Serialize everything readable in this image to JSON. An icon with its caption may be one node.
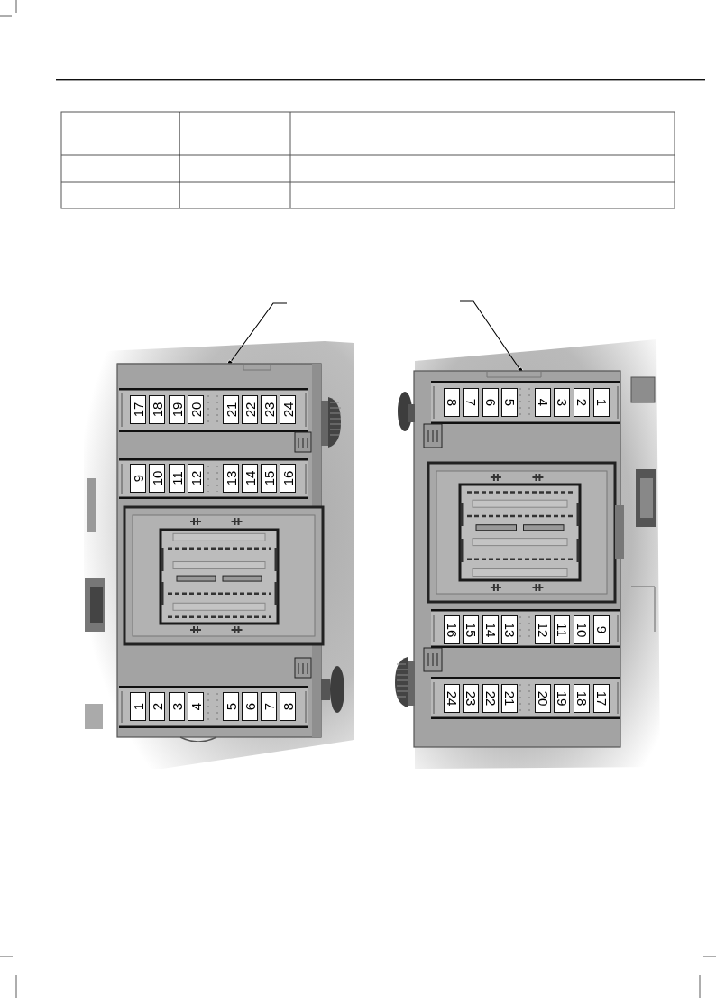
{
  "diagram": {
    "nodes": [
      {
        "text": [],
        "shape": "picture"
      },
      {
        "text": [
          "17"
        ],
        "in": 0
      },
      {
        "text": [
          "18"
        ],
        "in": 0
      },
      {
        "text": [
          "19"
        ],
        "in": 0
      },
      {
        "text": [
          "20"
        ],
        "in": 0
      },
      {
        "text": [
          "21"
        ],
        "in": 0
      },
      {
        "text": [
          "22"
        ],
        "in": 0
      },
      {
        "text": [
          "23"
        ],
        "in": 0
      },
      {
        "text": [
          "24"
        ],
        "in": 0
      },
      {
        "text": [
          "9"
        ],
        "in": 0
      },
      {
        "text": [
          "10"
        ],
        "in": 0
      },
      {
        "text": [
          "11"
        ],
        "in": 0
      },
      {
        "text": [
          "12"
        ],
        "in": 0
      },
      {
        "text": [
          "13"
        ],
        "in": 0
      },
      {
        "text": [
          "14"
        ],
        "in": 0
      },
      {
        "text": [
          "15"
        ],
        "in": 0
      },
      {
        "text": [
          "16"
        ],
        "in": 0
      },
      {
        "text": [
          "1"
        ],
        "in": 0
      },
      {
        "text": [
          "2"
        ],
        "in": 0
      },
      {
        "text": [
          "3"
        ],
        "in": 0
      },
      {
        "text": [
          "4"
        ],
        "in": 0
      },
      {
        "text": [
          "5"
        ],
        "in": 0
      },
      {
        "text": [
          "6"
        ],
        "in": 0
      },
      {
        "text": [
          "7"
        ],
        "in": 0
      },
      {
        "text": [
          "8"
        ],
        "in": 0
      },
      {
        "text": [],
        "shape": "picture"
      },
      {
        "text": [
          "8"
        ],
        "in": 25
      },
      {
        "text": [
          "7"
        ],
        "in": 25
      },
      {
        "text": [
          "6"
        ],
        "in": 25
      },
      {
        "text": [
          "5"
        ],
        "in": 25
      },
      {
        "text": [
          "4"
        ],
        "in": 25
      },
      {
        "text": [
          "3"
        ],
        "in": 25
      },
      {
        "text": [
          "2"
        ],
        "in": 25
      },
      {
        "text": [
          "1"
        ],
        "in": 25
      },
      {
        "text": [
          "16"
        ],
        "in": 25
      },
      {
        "text": [
          "15"
        ],
        "in": 25
      },
      {
        "text": [
          "14"
        ],
        "in": 25
      },
      {
        "text": [
          "13"
        ],
        "in": 25
      },
      {
        "text": [
          "12"
        ],
        "in": 25
      },
      {
        "text": [
          "11"
        ],
        "in": 25
      },
      {
        "text": [
          "10"
        ],
        "in": 25
      },
      {
        "text": [
          "9"
        ],
        "in": 25
      },
      {
        "text": [
          "24"
        ],
        "in": 25
      },
      {
        "text": [
          "23"
        ],
        "in": 25
      },
      {
        "text": [
          "22"
        ],
        "in": 25
      },
      {
        "text": [
          "21"
        ],
        "in": 25
      },
      {
        "text": [
          "20"
        ],
        "in": 25
      },
      {
        "text": [
          "19"
        ],
        "in": 25
      },
      {
        "text": [
          "18"
        ],
        "in": 25
      },
      {
        "text": [
          "17"
        ],
        "in": 25
      }
    ],
    "edges": [
      {
        "from": null,
        "to": 0,
        "arrow": "other"
      },
      {
        "from": null,
        "to": 25,
        "arrow": "other"
      }
    ]
  }
}
